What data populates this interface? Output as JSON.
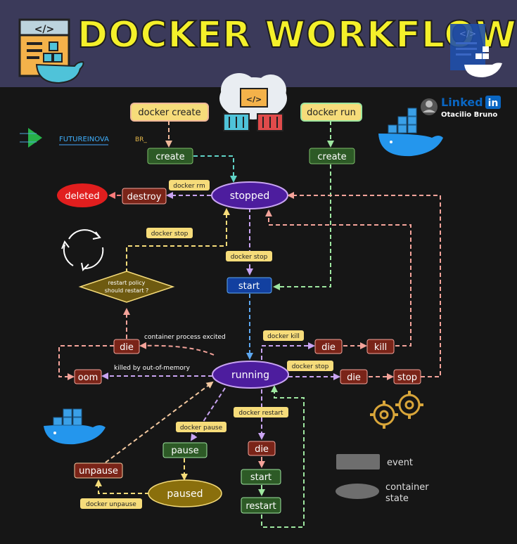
{
  "header": {
    "title": "DOCKER WORKFLOW"
  },
  "brand": {
    "futureinova": "FUTUREINOVA",
    "br": "BR_",
    "linkedin_word": "Linked",
    "linkedin_in": "in",
    "author": "Otacilio Bruno"
  },
  "nodes": {
    "docker_create": "docker create",
    "docker_run": "docker run",
    "create_left": "create",
    "create_right": "create",
    "stopped": "stopped",
    "destroy": "destroy",
    "deleted": "deleted",
    "restart_policy": [
      "restart policy",
      "should restart ?"
    ],
    "start": "start",
    "die_left": "die",
    "oom": "oom",
    "running": "running",
    "die_kill": "die",
    "kill": "kill",
    "die_stop": "die",
    "stop": "stop",
    "pause": "pause",
    "paused": "paused",
    "unpause": "unpause",
    "die_restart": "die",
    "start_restart": "start",
    "restart": "restart"
  },
  "events": {
    "docker_rm": "docker rm",
    "docker_stop_top": "docker stop",
    "docker_stop_mid": "docker stop",
    "docker_kill": "docker kill",
    "docker_stop_right": "docker stop",
    "docker_pause": "docker pause",
    "docker_unpause": "docker unpause",
    "docker_restart": "docker restart"
  },
  "notes": {
    "process_exited": "container process excited",
    "killed_oom": "killed by out-of-memory"
  },
  "legend": {
    "event": "event",
    "state": [
      "container",
      "state"
    ]
  },
  "colors": {
    "header_bg": "#3b3a5a",
    "title": "#f4f02a",
    "event_fill": "#f6dc7a",
    "state_green": "#2d5a26",
    "state_red": "#7a2418",
    "state_blue": "#1240a0",
    "state_purple": "#4d1d9e",
    "deleted_red": "#e11e1e",
    "paused_olive": "#8a6f0c",
    "docker_blue": "#2496ed"
  }
}
